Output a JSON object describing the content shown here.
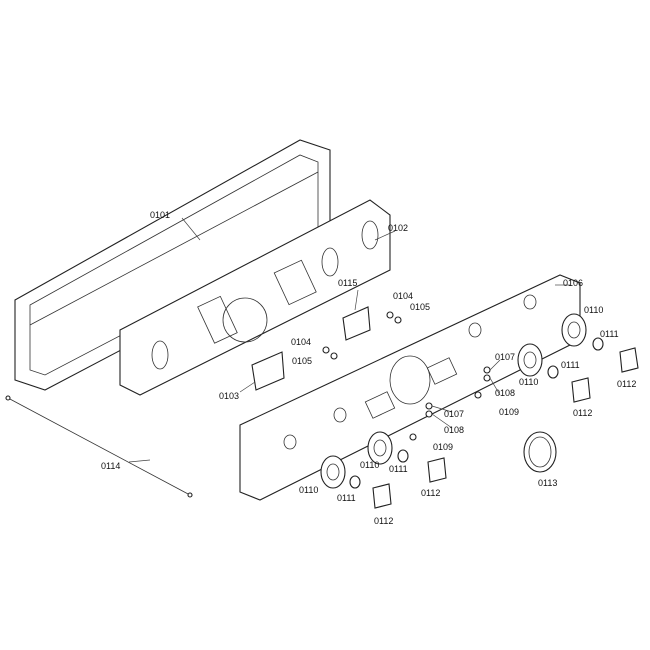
{
  "diagram": {
    "type": "exploded-parts-diagram",
    "callouts": [
      {
        "id": "0101"
      },
      {
        "id": "0102"
      },
      {
        "id": "0106"
      },
      {
        "id": "0115"
      },
      {
        "id": "0104"
      },
      {
        "id": "0105"
      },
      {
        "id": "0104"
      },
      {
        "id": "0105"
      },
      {
        "id": "0103"
      },
      {
        "id": "0107"
      },
      {
        "id": "0110"
      },
      {
        "id": "0111"
      },
      {
        "id": "0110"
      },
      {
        "id": "0111"
      },
      {
        "id": "0112"
      },
      {
        "id": "0112"
      },
      {
        "id": "0108"
      },
      {
        "id": "0109"
      },
      {
        "id": "0107"
      },
      {
        "id": "0108"
      },
      {
        "id": "0109"
      },
      {
        "id": "0110"
      },
      {
        "id": "0111"
      },
      {
        "id": "0112"
      },
      {
        "id": "0113"
      },
      {
        "id": "0114"
      },
      {
        "id": "0110"
      },
      {
        "id": "0111"
      },
      {
        "id": "0112"
      }
    ]
  }
}
